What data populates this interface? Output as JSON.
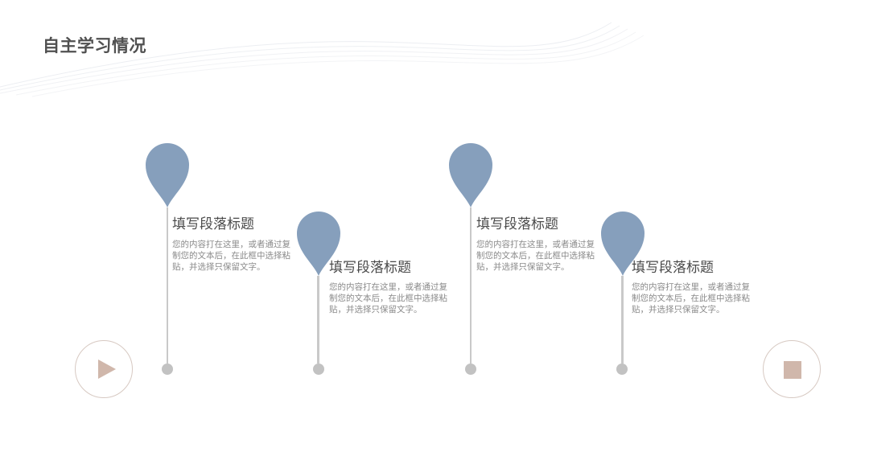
{
  "page": {
    "title": "自主学习情况"
  },
  "colors": {
    "pin": "#869fbc",
    "stem": "#c9c9c9",
    "dot": "#c2c2c2",
    "accent": "#d0b7ab"
  },
  "items": [
    {
      "title": "填写段落标题",
      "description": "您的内容打在这里，或者通过复制您的文本后，在此框中选择粘贴，并选择只保留文字。"
    },
    {
      "title": "填写段落标题",
      "description": "您的内容打在这里，或者通过复制您的文本后，在此框中选择粘贴，并选择只保留文字。"
    },
    {
      "title": "填写段落标题",
      "description": "您的内容打在这里，或者通过复制您的文本后，在此框中选择粘贴，并选择只保留文字。"
    },
    {
      "title": "填写段落标题",
      "description": "您的内容打在这里，或者通过复制您的文本后，在此框中选择粘贴，并选择只保留文字。"
    }
  ],
  "controls": {
    "play_icon": "play-icon",
    "stop_icon": "stop-icon"
  }
}
